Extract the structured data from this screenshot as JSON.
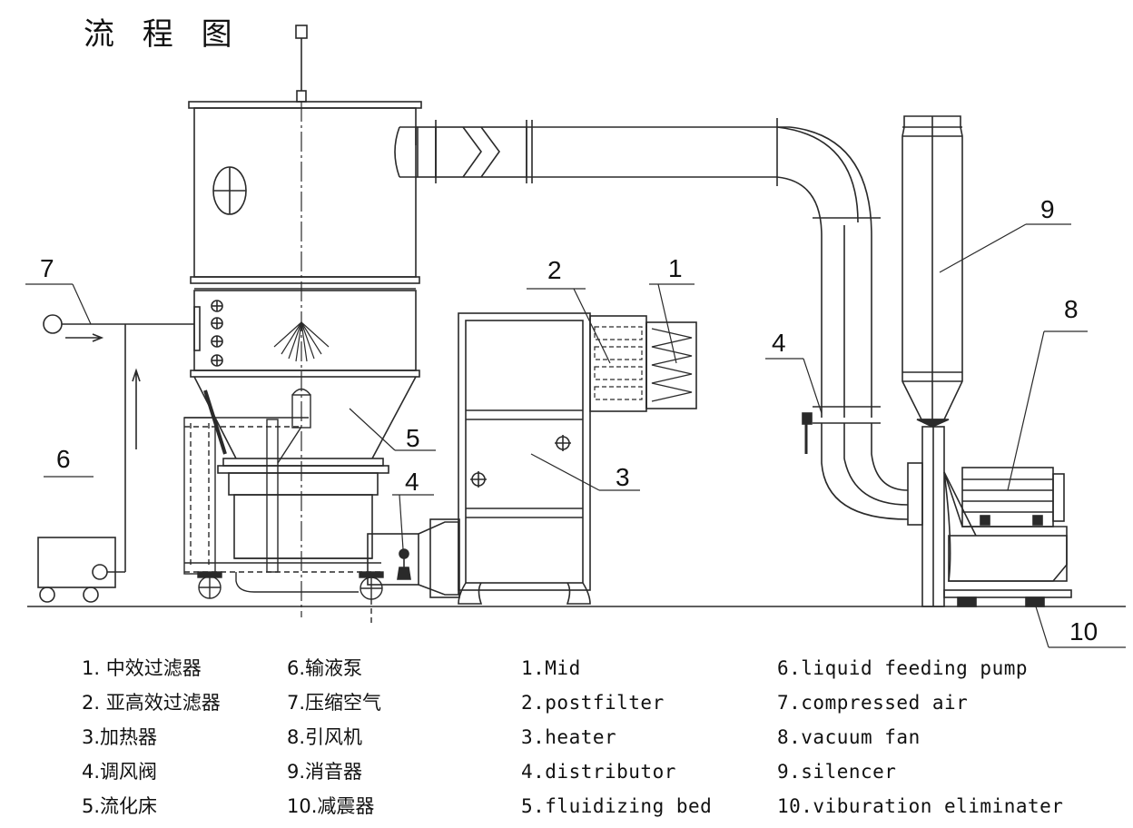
{
  "title": "流 程 图",
  "callouts": {
    "c1": "1",
    "c2": "2",
    "c3": "3",
    "c4a": "4",
    "c4b": "4",
    "c5": "5",
    "c6": "6",
    "c7": "7",
    "c8": "8",
    "c9": "9",
    "c10": "10"
  },
  "legend_cn_left": [
    "1. 中效过滤器",
    "2. 亚高效过滤器",
    "3.加热器",
    "4.调风阀",
    "5.流化床"
  ],
  "legend_cn_right": [
    "6.输液泵",
    "7.压缩空气",
    "8.引风机",
    "9.消音器",
    "10.减震器"
  ],
  "legend_en_left": [
    "1.Mid",
    "2.postfilter",
    "3.heater",
    "4.distributor",
    "5.fluidizing bed"
  ],
  "legend_en_right": [
    "6.liquid feeding pump",
    "7.compressed air",
    "8.vacuum fan",
    "9.silencer",
    "10.viburation eliminater"
  ]
}
